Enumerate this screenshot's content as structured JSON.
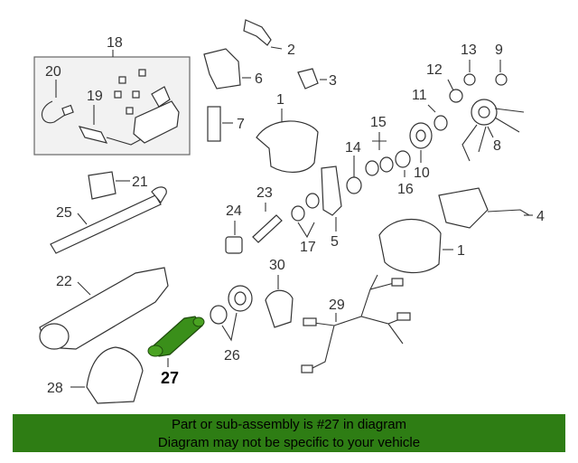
{
  "diagram": {
    "highlight_color": "#3a8f1a",
    "highlighted_callout": "27",
    "callouts": {
      "c1a": "1",
      "c1b": "1",
      "c2": "2",
      "c3": "3",
      "c4": "4",
      "c5": "5",
      "c6": "6",
      "c7": "7",
      "c8": "8",
      "c9": "9",
      "c10": "10",
      "c11": "11",
      "c12": "12",
      "c13": "13",
      "c14": "14",
      "c15": "15",
      "c16": "16",
      "c17": "17",
      "c18": "18",
      "c19": "19",
      "c20": "20",
      "c21": "21",
      "c22": "22",
      "c23": "23",
      "c24": "24",
      "c25": "25",
      "c26": "26",
      "c27": "27",
      "c28": "28",
      "c29": "29",
      "c30": "30"
    }
  },
  "banner": {
    "line1": "Part or sub-assembly is #27 in diagram",
    "line2": "Diagram may not be specific to your vehicle",
    "bg_color": "#2e7d14"
  }
}
